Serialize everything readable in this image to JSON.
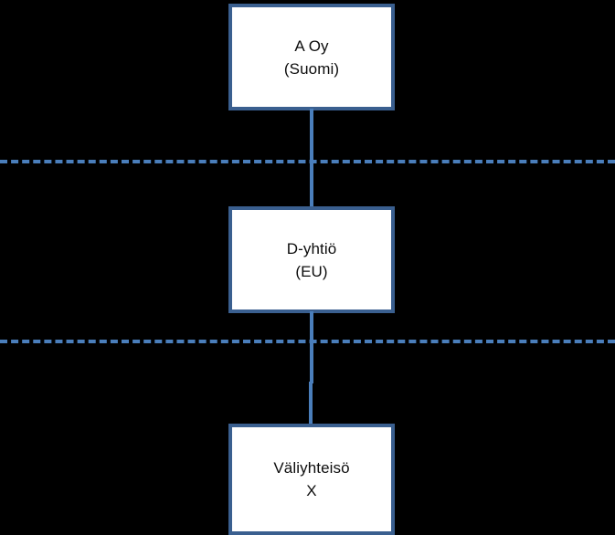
{
  "diagram": {
    "type": "organisation-hierarchy",
    "background_color": "#000000",
    "box_border_color": "#3a5f8f",
    "box_fill_color": "#ffffff",
    "connector_color": "#4a7ebb",
    "boundary_line_color": "#4a7ebb",
    "text_color": "#0d0d0d",
    "entities": [
      {
        "id": "a-oy",
        "line1": "A Oy",
        "line2": "(Suomi)"
      },
      {
        "id": "d-yhtio",
        "line1": "D-yhtiö",
        "line2": "(EU)"
      },
      {
        "id": "valiyhteiso",
        "line1": "Väliyhteisö",
        "line2": "X"
      }
    ],
    "boundaries": [
      {
        "id": "boundary-1",
        "style": "dashed"
      },
      {
        "id": "boundary-2",
        "style": "dashed"
      }
    ],
    "connectors": [
      {
        "id": "a-to-d",
        "from": "a-oy",
        "to": "d-yhtio"
      },
      {
        "id": "d-to-valiyhteiso",
        "from": "d-yhtio",
        "to": "valiyhteiso"
      }
    ]
  }
}
